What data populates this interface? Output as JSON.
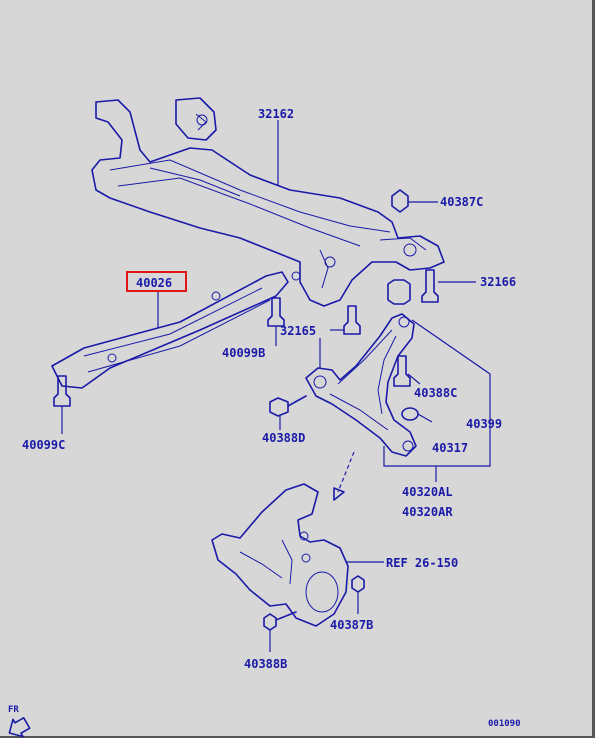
{
  "labels": {
    "subframe": "32162",
    "nut_40387c": "40387C",
    "bolt_32166": "32166",
    "brace_40026": "40026",
    "bolt_40099b": "40099B",
    "bushing_32165": "32165",
    "bolt_40099c": "40099C",
    "bolt_40388c": "40388C",
    "bolt_40388d": "40388D",
    "bushing_40399": "40399",
    "joint_40317": "40317",
    "arm_left": "40320AL",
    "arm_right": "40320AR",
    "reference": "REF  26-150",
    "nut_40387b": "40387B",
    "bolt_40388b": "40388B",
    "front_marker": "FR",
    "diagram_code": "001090"
  },
  "highlight": {
    "part": "40026",
    "color": "#e01515"
  },
  "colors": {
    "line": "#1a1aa8",
    "background": "#d7d7d7"
  }
}
